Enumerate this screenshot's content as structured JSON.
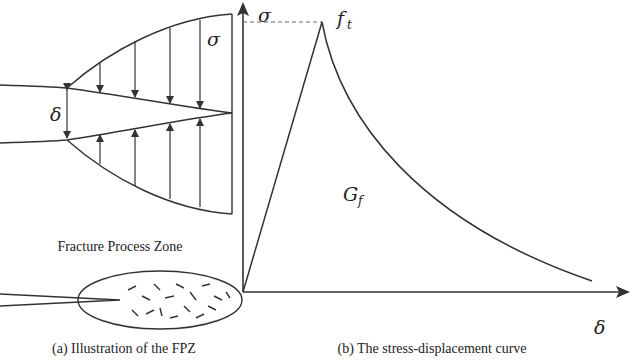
{
  "diagram": {
    "labels": [
      "σ",
      "δ",
      "Fracture Process Zone",
      "σ",
      "f",
      "t",
      "G",
      "f",
      "δ",
      "(a) Illustration of the FPZ",
      "(b) The stress-displacement curve"
    ]
  }
}
